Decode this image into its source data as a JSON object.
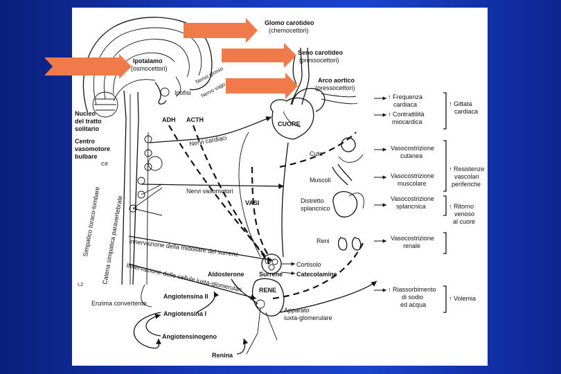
{
  "slide": {
    "background_colors": [
      "#0a1f7a",
      "#1a43cc"
    ],
    "arrow_color": "#f07a4a"
  },
  "diagram": {
    "sensors": {
      "glomo_carotideo": "Glomo carotideo",
      "chemocettori": "(chemocettori)",
      "seno_carotideo": "Seno carotideo",
      "pressocettori_seno": "(pressocettori)",
      "arco_aortico": "Arco aortico",
      "pressocettori_arco": "(pressocettori)"
    },
    "brain": {
      "ipotalamo": "Ipotalamo",
      "osmocettori": "(osmocettori)",
      "ipofisi": "Ipofisi",
      "nervo_glosso": "Nervo glosso",
      "nervo_vago": "Nervo vago",
      "nucleo_line1": "Nucleo",
      "nucleo_line2": "del tratto",
      "nucleo_line3": "solitario",
      "centro_line1": "Centro",
      "centro_line2": "vasomotore",
      "centro_line3": "bulbare",
      "c8": "C8",
      "l2": "L2"
    },
    "hormones": {
      "adh": "ADH",
      "acth": "ACTH"
    },
    "nerves": {
      "nervi_cardiaci": "Nervi cardiaci",
      "nervi_vasomotori": "Nervi vasomotori",
      "vasi": "VASI",
      "simpatico": "Simpatico toraco-lombare",
      "catena": "Catena simpatica paravertebrale",
      "inn_midollare": "Innervazione della midollare del surrene",
      "inn_iuxta": "Innervazione delle cellule iuxta-glomerulari"
    },
    "organs": {
      "cuore": "CUORE",
      "cute": "Cute",
      "muscoli": "Muscoli",
      "distretto": "Distretto",
      "splancnico": "splancnico",
      "reni": "Reni",
      "surrene": "Surrene",
      "rene": "RENE",
      "apparato_line1": "Apparato",
      "apparato_line2": "iuxta-glomerulare"
    },
    "raas": {
      "enzima": "Enzima convertente",
      "angiotensina_ii": "Angiotensina II",
      "angiotensina_i": "Angiotensina I",
      "angiotensinogeno": "Angiotensinogeno",
      "renina": "Renina",
      "aldosterone": "Aldosterone",
      "cortisolo": "Cortisolo",
      "catecolamine": "Catecolamine"
    },
    "effects": {
      "frequenza_1": "↑ Frequenza",
      "frequenza_2": "cardiaca",
      "contrattilita_1": "↑ Contrattilità",
      "contrattilita_2": "miocardica",
      "vaso_cutanea_1": "Vasocostrizione",
      "vaso_cutanea_2": "cutanea",
      "vaso_muscolare_1": "Vasocostrizione",
      "vaso_muscolare_2": "muscolare",
      "vaso_splancnica_1": "Vasocostrizione",
      "vaso_splancnica_2": "splancnica",
      "vaso_renale_1": "Vasocostrizione",
      "vaso_renale_2": "renale",
      "riassorbimento_1": "↑ Riassorbimento",
      "riassorbimento_2": "di sodio",
      "riassorbimento_3": "ed acqua"
    },
    "outcomes": {
      "gittata_1": "↑ Gittata",
      "gittata_2": "cardiaca",
      "resistenze_1": "↑ Resistenze",
      "resistenze_2": "vascolari",
      "resistenze_3": "periferiche",
      "ritorno_1": "↑ Ritorno",
      "ritorno_2": "venoso",
      "ritorno_3": "al cuore",
      "volemia": "↑ Volemia"
    }
  }
}
